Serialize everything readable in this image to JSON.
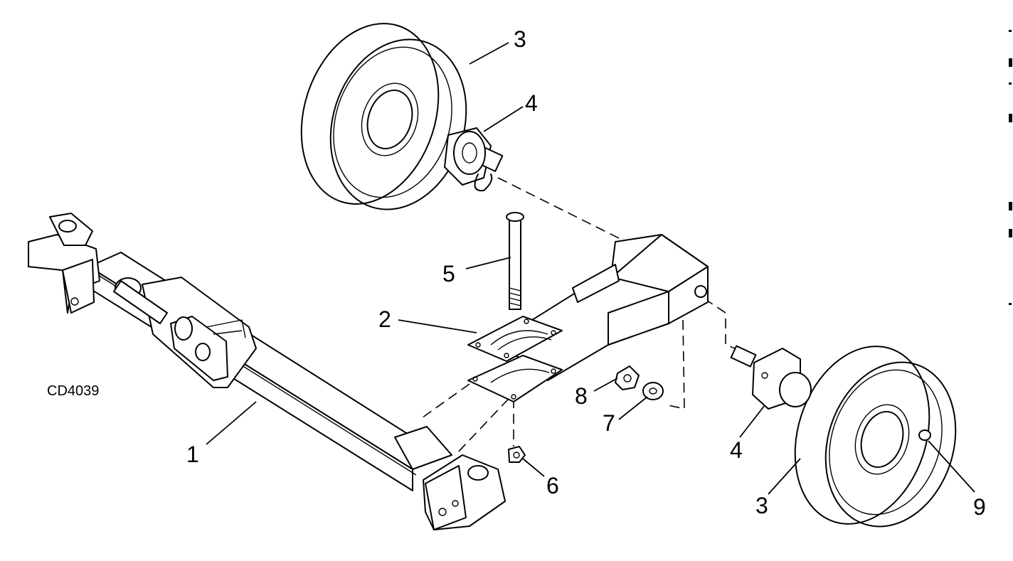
{
  "figure_code": "CD4039",
  "callouts": {
    "c1": "1",
    "c2": "2",
    "c3_top": "3",
    "c3_bottom": "3",
    "c4_top": "4",
    "c4_bottom": "4",
    "c5": "5",
    "c6": "6",
    "c7": "7",
    "c8": "8",
    "c9": "9"
  }
}
